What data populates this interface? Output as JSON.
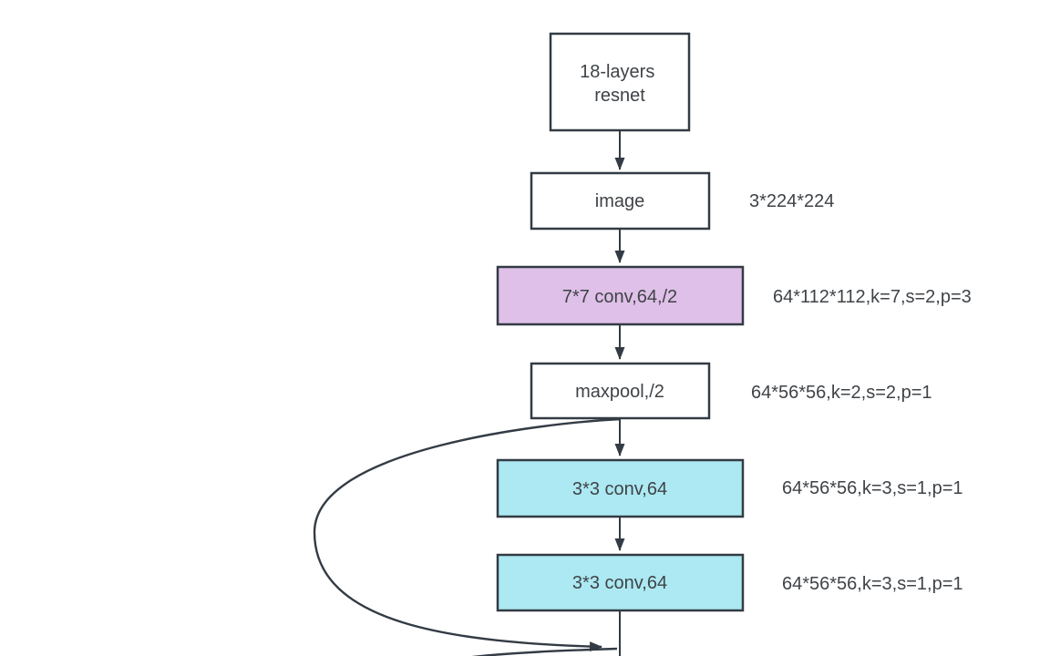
{
  "diagram": {
    "colors": {
      "stroke": "#333b44",
      "text": "#3f4347",
      "white_fill": "#ffffff",
      "purple_fill": "#dfc0e8",
      "cyan_fill": "#ace9f2",
      "background": "#ffffff"
    },
    "nodes": [
      {
        "id": "resnet18",
        "line1": "18-layers",
        "line2": "resnet"
      },
      {
        "id": "image",
        "label": "image",
        "annotation": "3*224*224"
      },
      {
        "id": "conv7x7",
        "label": "7*7 conv,64,/2",
        "annotation": "64*112*112,k=7,s=2,p=3"
      },
      {
        "id": "maxpool",
        "label": "maxpool,/2",
        "annotation": "64*56*56,k=2,s=2,p=1"
      },
      {
        "id": "conv3x3-1",
        "label": "3*3 conv,64",
        "annotation": "64*56*56,k=3,s=1,p=1"
      },
      {
        "id": "conv3x3-2",
        "label": "3*3 conv,64",
        "annotation": "64*56*56,k=3,s=1,p=1"
      }
    ]
  }
}
